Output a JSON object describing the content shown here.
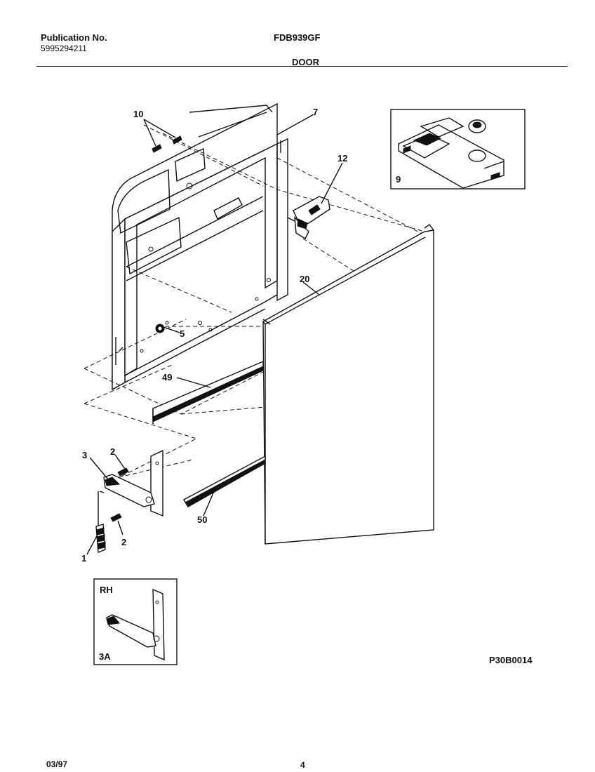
{
  "header": {
    "publication_label": "Publication No.",
    "publication_number": "5995294211",
    "model": "FDB939GF",
    "section": "DOOR"
  },
  "callouts": {
    "c10": "10",
    "c7": "7",
    "c12": "12",
    "c9": "9",
    "c20": "20",
    "c5": "5",
    "c49": "49",
    "c3": "3",
    "c2a": "2",
    "c2b": "2",
    "c50": "50",
    "c1": "1"
  },
  "inset_9": {
    "label": "9"
  },
  "inset_3a": {
    "side_label": "RH",
    "part_label": "3A"
  },
  "diagram_ref": "P30B0014",
  "footer": {
    "date": "03/97",
    "page": "4"
  }
}
